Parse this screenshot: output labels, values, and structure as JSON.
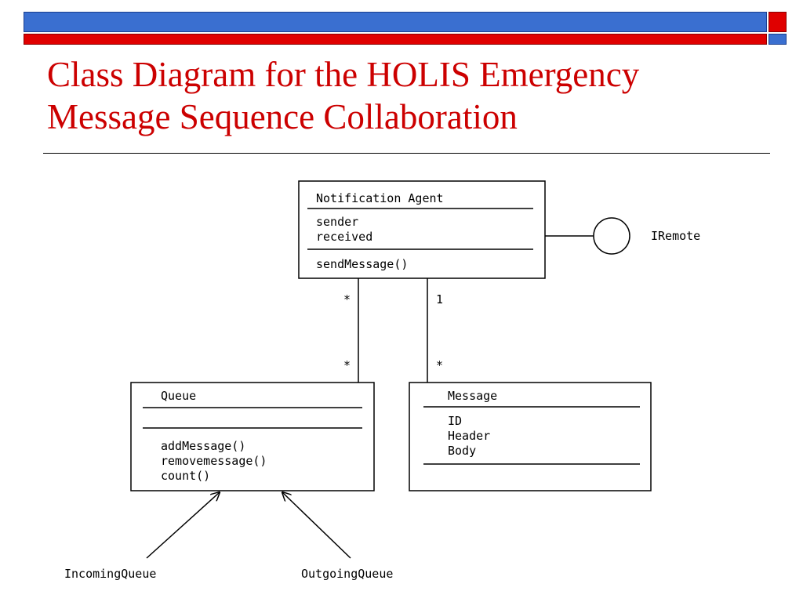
{
  "slide": {
    "title_line1": "Class Diagram for the HOLIS Emergency",
    "title_line2": "Message Sequence Collaboration",
    "colors": {
      "title": "#cc0000",
      "bar_blue": "#3a6fd0",
      "bar_red": "#e00000"
    }
  },
  "diagram": {
    "notification_agent": {
      "name": "Notification Agent",
      "attributes": [
        "sender",
        "received"
      ],
      "operations": [
        "sendMessage()"
      ]
    },
    "interface_label": "IRemote",
    "queue": {
      "name": "Queue",
      "attributes": [],
      "operations": [
        "addMessage()",
        "removemessage()",
        "count()"
      ]
    },
    "message": {
      "name": "Message",
      "attributes": [
        "ID",
        "Header",
        "Body"
      ],
      "operations": []
    },
    "multiplicities": {
      "agent_queue_top": "*",
      "agent_queue_bottom": "*",
      "agent_message_top": "1",
      "agent_message_bottom": "*"
    },
    "incoming_label": "IncomingQueue",
    "outgoing_label": "OutgoingQueue"
  }
}
